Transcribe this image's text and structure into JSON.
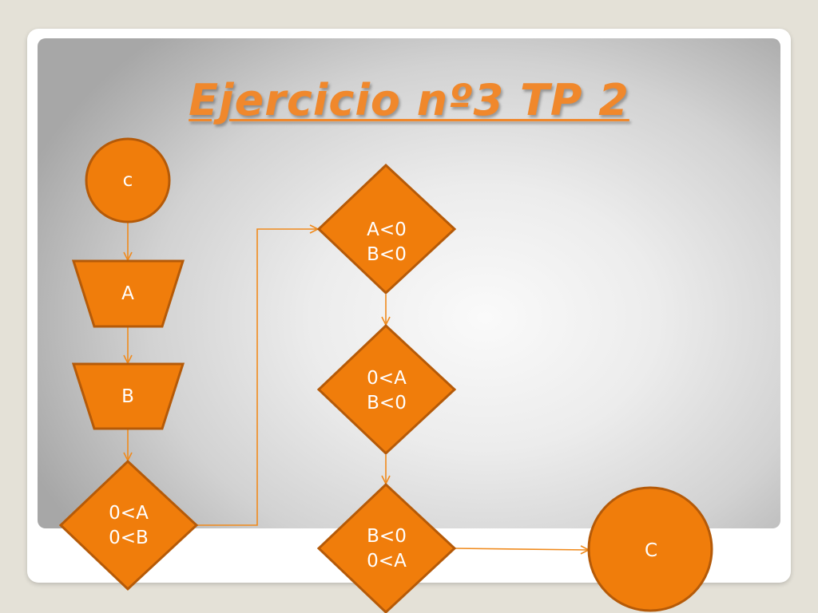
{
  "title": "Ejercicio nº3 TP 2",
  "colors": {
    "shape_fill": "#f07d0b",
    "shape_stroke": "#b55a08",
    "connector": "#f08a1c",
    "title": "#f0882c"
  },
  "nodes": {
    "start": {
      "label": "c"
    },
    "input_a": {
      "label": "A"
    },
    "input_b": {
      "label": "B"
    },
    "decision_1": {
      "line1": "0<A",
      "line2": "0<B"
    },
    "decision_2": {
      "line1": "A<0",
      "line2": "B<0"
    },
    "decision_3": {
      "line1": "0<A",
      "line2": "B<0"
    },
    "decision_4": {
      "line1": "B<0",
      "line2": "0<A"
    },
    "end": {
      "label": "C"
    }
  }
}
